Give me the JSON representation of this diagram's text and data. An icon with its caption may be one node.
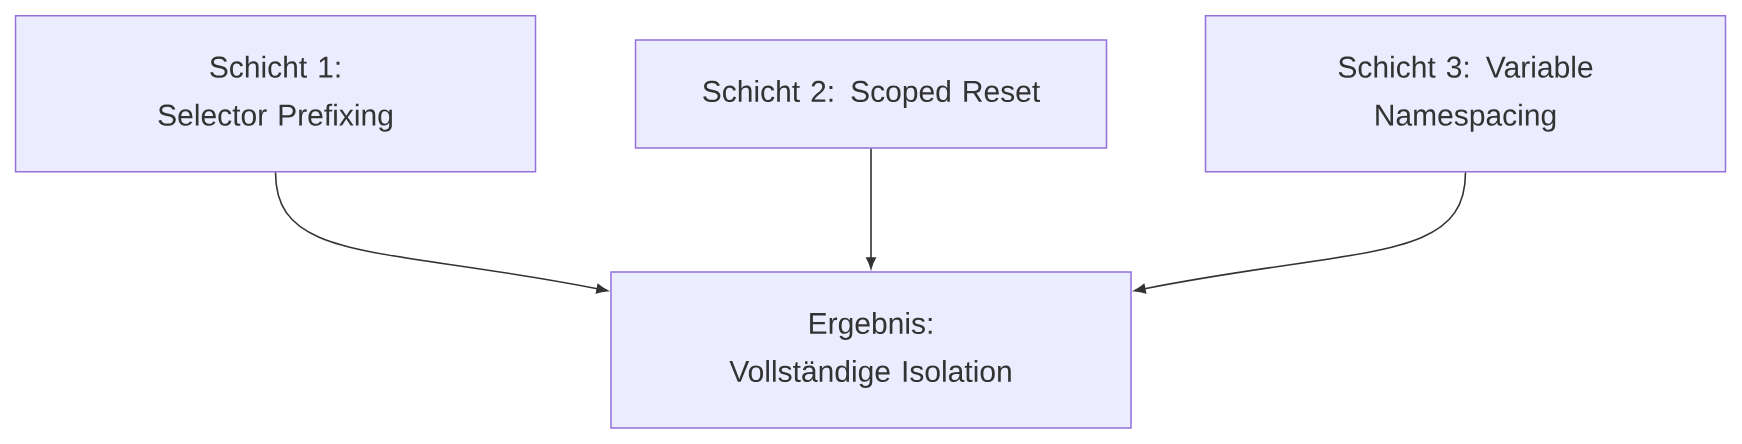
{
  "diagram": {
    "nodes": [
      {
        "text": [
          "Schicht 1: Selector Prefixing"
        ]
      },
      {
        "text": [
          "Schicht 2: Scoped Reset"
        ]
      },
      {
        "text": [
          "Schicht 3: Variable Namespacing"
        ]
      },
      {
        "text": [
          "Ergebnis: Vollständige Isolation"
        ]
      }
    ],
    "edges": [
      {
        "from": 0,
        "to": 3,
        "arrow": "to"
      },
      {
        "from": 1,
        "to": 3,
        "arrow": "to"
      },
      {
        "from": 2,
        "to": 3,
        "arrow": "to"
      }
    ]
  }
}
